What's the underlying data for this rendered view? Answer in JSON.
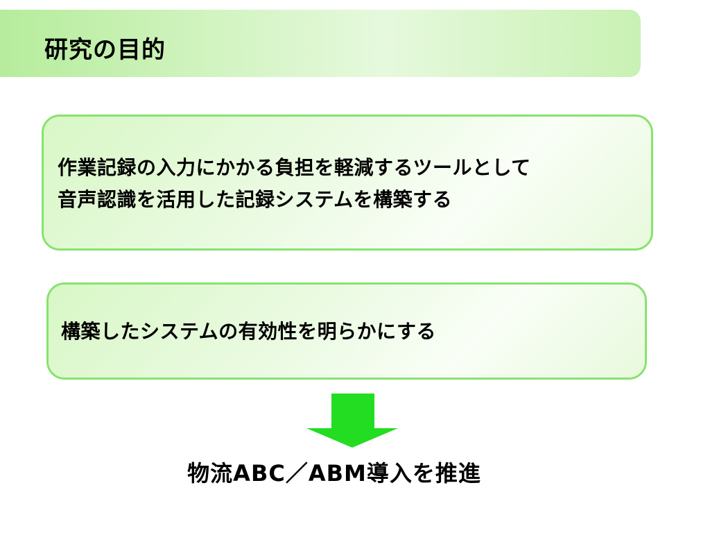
{
  "slide": {
    "title": "研究の目的",
    "objectives": [
      {
        "lines": [
          "作業記録の入力にかかる負担を軽減するツールとして",
          "音声認識を活用した記録システムを構築する"
        ]
      },
      {
        "lines": [
          "構築したシステムの有効性を明らかにする"
        ]
      }
    ],
    "result": "物流ABC／ABM導入を推進"
  },
  "colors": {
    "title_band": "#c9f1b4",
    "box_border": "#86e36e",
    "box_fill": "#ecfbe4",
    "arrow": "#22dd22",
    "text": "#000000"
  }
}
